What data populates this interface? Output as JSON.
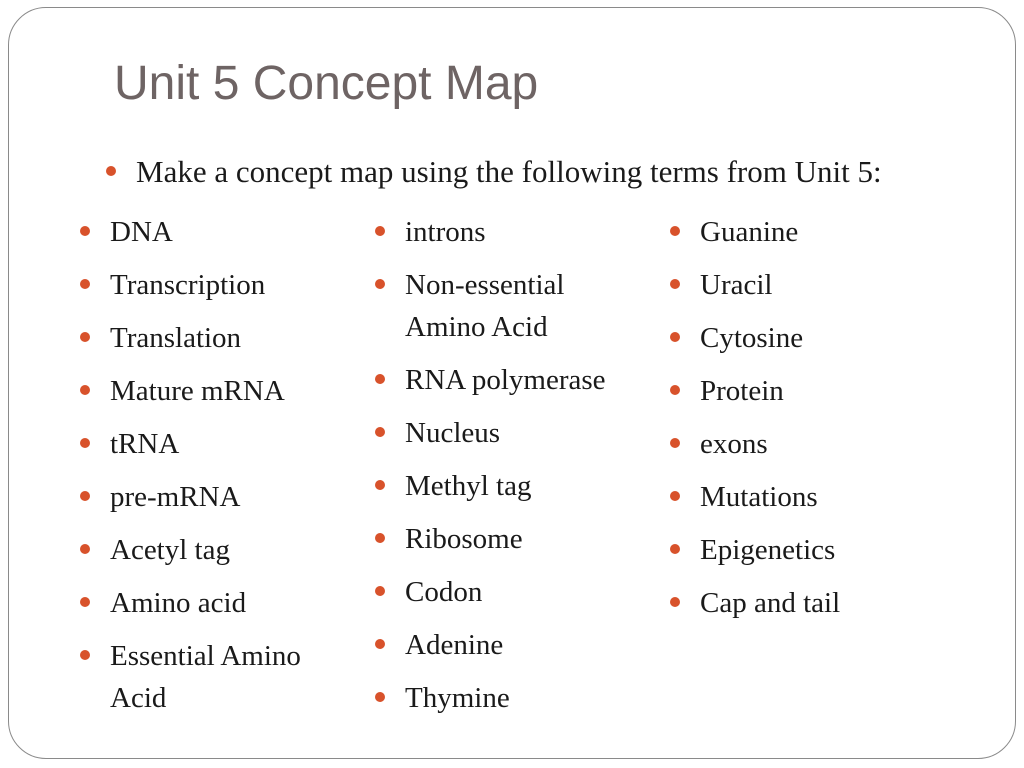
{
  "slide": {
    "title": "Unit 5 Concept Map",
    "intro": "Make a concept map using the following terms from Unit 5:",
    "columns": [
      {
        "items": [
          "DNA",
          "Transcription",
          "Translation",
          "Mature mRNA",
          "tRNA",
          "pre-mRNA",
          "Acetyl tag",
          "Amino acid",
          "Essential Amino Acid"
        ]
      },
      {
        "items": [
          "introns",
          "Non-essential Amino Acid",
          "RNA polymerase",
          "Nucleus",
          "Methyl tag",
          "Ribosome",
          "Codon",
          "Adenine",
          "Thymine"
        ]
      },
      {
        "items": [
          "Guanine",
          "Uracil",
          "Cytosine",
          "Protein",
          "exons",
          "Mutations",
          "Epigenetics",
          "Cap and tail"
        ]
      }
    ]
  },
  "colors": {
    "bullet": "#d8522b",
    "title": "#6e6464",
    "text": "#1a1a1a",
    "frame": "#8a8a8a"
  }
}
